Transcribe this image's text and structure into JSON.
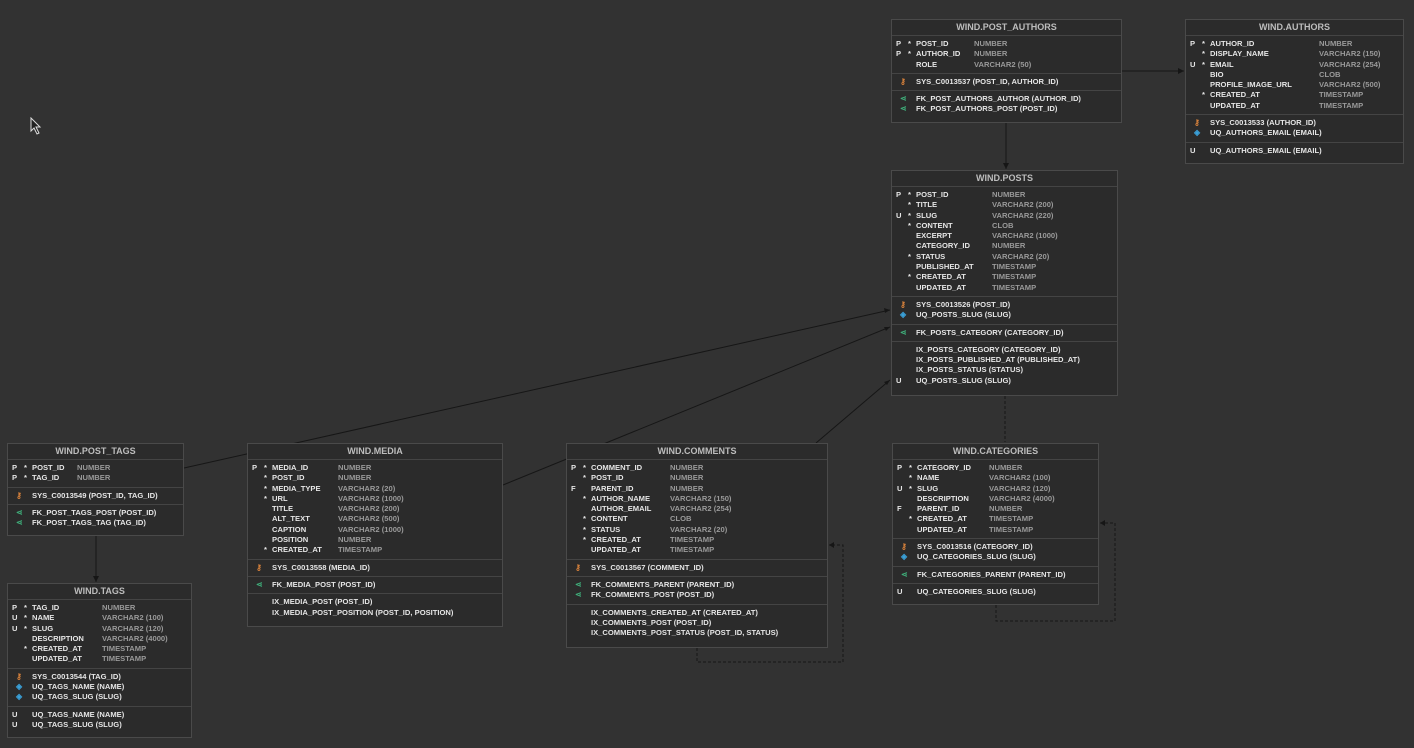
{
  "tables": [
    {
      "id": "post_authors",
      "title": "WIND.POST_AUTHORS",
      "columns": [
        [
          "P",
          "*",
          "POST_ID",
          "NUMBER"
        ],
        [
          "P",
          "*",
          "AUTHOR_ID",
          "NUMBER"
        ],
        [
          "",
          "",
          "ROLE",
          "VARCHAR2 (50)"
        ]
      ],
      "sections": [
        [
          [
            "pk",
            "SYS_C0013537 (POST_ID, AUTHOR_ID)"
          ]
        ],
        [
          [
            "fk",
            "FK_POST_AUTHORS_AUTHOR (AUTHOR_ID)"
          ],
          [
            "fk",
            "FK_POST_AUTHORS_POST (POST_ID)"
          ]
        ]
      ]
    },
    {
      "id": "authors",
      "title": "WIND.AUTHORS",
      "columns": [
        [
          "P",
          "*",
          "AUTHOR_ID",
          "NUMBER"
        ],
        [
          "",
          "*",
          "DISPLAY_NAME",
          "VARCHAR2 (150)"
        ],
        [
          "U",
          "*",
          "EMAIL",
          "VARCHAR2 (254)"
        ],
        [
          "",
          "",
          "BIO",
          "CLOB"
        ],
        [
          "",
          "",
          "PROFILE_IMAGE_URL",
          "VARCHAR2 (500)"
        ],
        [
          "",
          "*",
          "CREATED_AT",
          "TIMESTAMP"
        ],
        [
          "",
          "",
          "UPDATED_AT",
          "TIMESTAMP"
        ]
      ],
      "sections": [
        [
          [
            "pk",
            "SYS_C0013533 (AUTHOR_ID)"
          ],
          [
            "uk",
            "UQ_AUTHORS_EMAIL (EMAIL)"
          ]
        ],
        [
          [
            "U",
            "UQ_AUTHORS_EMAIL (EMAIL)"
          ]
        ]
      ]
    },
    {
      "id": "posts",
      "title": "WIND.POSTS",
      "columns": [
        [
          "P",
          "*",
          "POST_ID",
          "NUMBER"
        ],
        [
          "",
          "*",
          "TITLE",
          "VARCHAR2 (200)"
        ],
        [
          "U",
          "*",
          "SLUG",
          "VARCHAR2 (220)"
        ],
        [
          "",
          "*",
          "CONTENT",
          "CLOB"
        ],
        [
          "",
          "",
          "EXCERPT",
          "VARCHAR2 (1000)"
        ],
        [
          "",
          "",
          "CATEGORY_ID",
          "NUMBER"
        ],
        [
          "",
          "*",
          "STATUS",
          "VARCHAR2 (20)"
        ],
        [
          "",
          "",
          "PUBLISHED_AT",
          "TIMESTAMP"
        ],
        [
          "",
          "*",
          "CREATED_AT",
          "TIMESTAMP"
        ],
        [
          "",
          "",
          "UPDATED_AT",
          "TIMESTAMP"
        ]
      ],
      "sections": [
        [
          [
            "pk",
            "SYS_C0013526 (POST_ID)"
          ],
          [
            "uk",
            "UQ_POSTS_SLUG (SLUG)"
          ]
        ],
        [
          [
            "fk",
            "FK_POSTS_CATEGORY (CATEGORY_ID)"
          ]
        ],
        [
          [
            "",
            "IX_POSTS_CATEGORY (CATEGORY_ID)"
          ],
          [
            "",
            "IX_POSTS_PUBLISHED_AT (PUBLISHED_AT)"
          ],
          [
            "",
            "IX_POSTS_STATUS (STATUS)"
          ],
          [
            "U",
            "UQ_POSTS_SLUG (SLUG)"
          ]
        ]
      ]
    },
    {
      "id": "post_tags",
      "title": "WIND.POST_TAGS",
      "columns": [
        [
          "P",
          "*",
          "POST_ID",
          "NUMBER"
        ],
        [
          "P",
          "*",
          "TAG_ID",
          "NUMBER"
        ]
      ],
      "sections": [
        [
          [
            "pk",
            "SYS_C0013549 (POST_ID, TAG_ID)"
          ]
        ],
        [
          [
            "fk",
            "FK_POST_TAGS_POST (POST_ID)"
          ],
          [
            "fk",
            "FK_POST_TAGS_TAG (TAG_ID)"
          ]
        ]
      ]
    },
    {
      "id": "tags",
      "title": "WIND.TAGS",
      "columns": [
        [
          "P",
          "*",
          "TAG_ID",
          "NUMBER"
        ],
        [
          "U",
          "*",
          "NAME",
          "VARCHAR2 (100)"
        ],
        [
          "U",
          "*",
          "SLUG",
          "VARCHAR2 (120)"
        ],
        [
          "",
          "",
          "DESCRIPTION",
          "VARCHAR2 (4000)"
        ],
        [
          "",
          "*",
          "CREATED_AT",
          "TIMESTAMP"
        ],
        [
          "",
          "",
          "UPDATED_AT",
          "TIMESTAMP"
        ]
      ],
      "sections": [
        [
          [
            "pk",
            "SYS_C0013544 (TAG_ID)"
          ],
          [
            "uk",
            "UQ_TAGS_NAME (NAME)"
          ],
          [
            "uk",
            "UQ_TAGS_SLUG (SLUG)"
          ]
        ],
        [
          [
            "U",
            "UQ_TAGS_NAME (NAME)"
          ],
          [
            "U",
            "UQ_TAGS_SLUG (SLUG)"
          ]
        ]
      ]
    },
    {
      "id": "media",
      "title": "WIND.MEDIA",
      "columns": [
        [
          "P",
          "*",
          "MEDIA_ID",
          "NUMBER"
        ],
        [
          "",
          "*",
          "POST_ID",
          "NUMBER"
        ],
        [
          "",
          "*",
          "MEDIA_TYPE",
          "VARCHAR2 (20)"
        ],
        [
          "",
          "*",
          "URL",
          "VARCHAR2 (1000)"
        ],
        [
          "",
          "",
          "TITLE",
          "VARCHAR2 (200)"
        ],
        [
          "",
          "",
          "ALT_TEXT",
          "VARCHAR2 (500)"
        ],
        [
          "",
          "",
          "CAPTION",
          "VARCHAR2 (1000)"
        ],
        [
          "",
          "",
          "POSITION",
          "NUMBER"
        ],
        [
          "",
          "*",
          "CREATED_AT",
          "TIMESTAMP"
        ]
      ],
      "sections": [
        [
          [
            "pk",
            "SYS_C0013558 (MEDIA_ID)"
          ]
        ],
        [
          [
            "fk",
            "FK_MEDIA_POST (POST_ID)"
          ]
        ],
        [
          [
            "",
            "IX_MEDIA_POST (POST_ID)"
          ],
          [
            "",
            "IX_MEDIA_POST_POSITION (POST_ID, POSITION)"
          ]
        ]
      ]
    },
    {
      "id": "comments",
      "title": "WIND.COMMENTS",
      "columns": [
        [
          "P",
          "*",
          "COMMENT_ID",
          "NUMBER"
        ],
        [
          "",
          "*",
          "POST_ID",
          "NUMBER"
        ],
        [
          "F",
          "",
          "PARENT_ID",
          "NUMBER"
        ],
        [
          "",
          "*",
          "AUTHOR_NAME",
          "VARCHAR2 (150)"
        ],
        [
          "",
          "",
          "AUTHOR_EMAIL",
          "VARCHAR2 (254)"
        ],
        [
          "",
          "*",
          "CONTENT",
          "CLOB"
        ],
        [
          "",
          "*",
          "STATUS",
          "VARCHAR2 (20)"
        ],
        [
          "",
          "*",
          "CREATED_AT",
          "TIMESTAMP"
        ],
        [
          "",
          "",
          "UPDATED_AT",
          "TIMESTAMP"
        ]
      ],
      "sections": [
        [
          [
            "pk",
            "SYS_C0013567 (COMMENT_ID)"
          ]
        ],
        [
          [
            "fk",
            "FK_COMMENTS_PARENT (PARENT_ID)"
          ],
          [
            "fk",
            "FK_COMMENTS_POST (POST_ID)"
          ]
        ],
        [
          [
            "",
            "IX_COMMENTS_CREATED_AT (CREATED_AT)"
          ],
          [
            "",
            "IX_COMMENTS_POST (POST_ID)"
          ],
          [
            "",
            "IX_COMMENTS_POST_STATUS (POST_ID, STATUS)"
          ]
        ]
      ]
    },
    {
      "id": "categories",
      "title": "WIND.CATEGORIES",
      "columns": [
        [
          "P",
          "*",
          "CATEGORY_ID",
          "NUMBER"
        ],
        [
          "",
          "*",
          "NAME",
          "VARCHAR2 (100)"
        ],
        [
          "U",
          "*",
          "SLUG",
          "VARCHAR2 (120)"
        ],
        [
          "",
          "",
          "DESCRIPTION",
          "VARCHAR2 (4000)"
        ],
        [
          "F",
          "",
          "PARENT_ID",
          "NUMBER"
        ],
        [
          "",
          "*",
          "CREATED_AT",
          "TIMESTAMP"
        ],
        [
          "",
          "",
          "UPDATED_AT",
          "TIMESTAMP"
        ]
      ],
      "sections": [
        [
          [
            "pk",
            "SYS_C0013516 (CATEGORY_ID)"
          ],
          [
            "uk",
            "UQ_CATEGORIES_SLUG (SLUG)"
          ]
        ],
        [
          [
            "fk",
            "FK_CATEGORIES_PARENT (PARENT_ID)"
          ]
        ],
        [
          [
            "U",
            "UQ_CATEGORIES_SLUG (SLUG)"
          ]
        ]
      ]
    }
  ]
}
